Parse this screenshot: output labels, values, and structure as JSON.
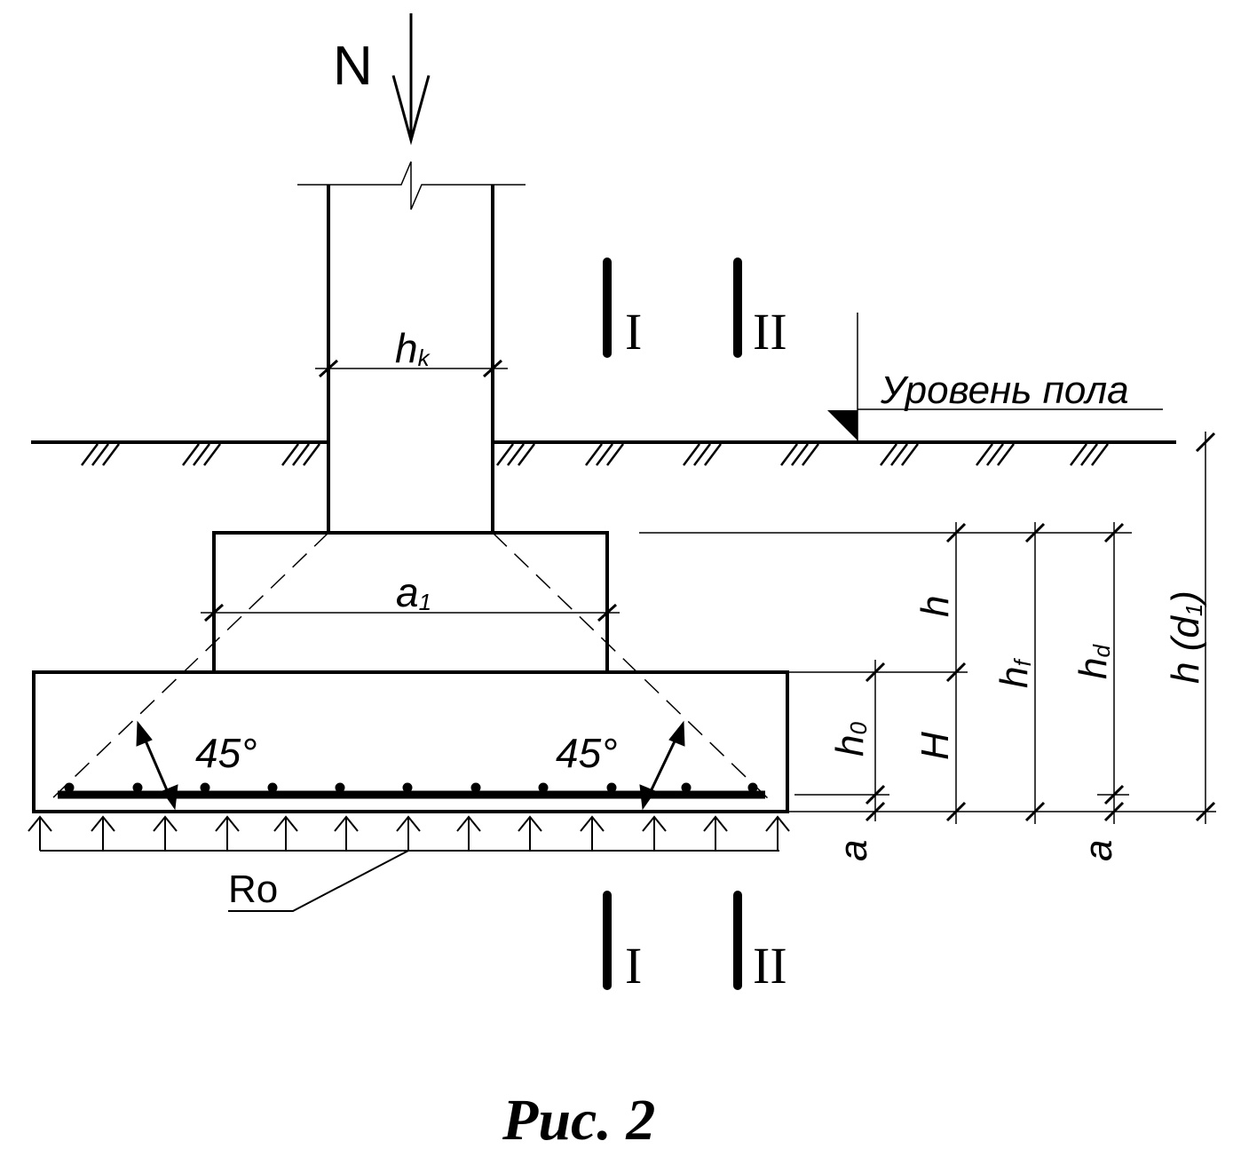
{
  "labels": {
    "load": "N",
    "column_width": "h",
    "column_width_sub": "k",
    "step_width": "a",
    "step_width_sub": "1",
    "floor_level": "Уровень пола",
    "angle_left": "45°",
    "angle_right": "45°",
    "soil_pressure": "Ro",
    "section_1_top": "I",
    "section_2_top": "II",
    "section_1_bottom": "I",
    "section_2_bottom": "II",
    "dim_h": "h",
    "dim_H": "H",
    "dim_h0": "h",
    "dim_h0_sub": "0",
    "dim_hf": "h",
    "dim_hf_sub": "f",
    "dim_hd": "h",
    "dim_hd_sub": "d",
    "dim_total": "h (d",
    "dim_total_sub": "1",
    "dim_total_close": ")",
    "dim_a_left": "a",
    "dim_a_right": "a",
    "caption": "Рис. 2"
  },
  "colors": {
    "ink": "#000000",
    "background": "#ffffff"
  }
}
